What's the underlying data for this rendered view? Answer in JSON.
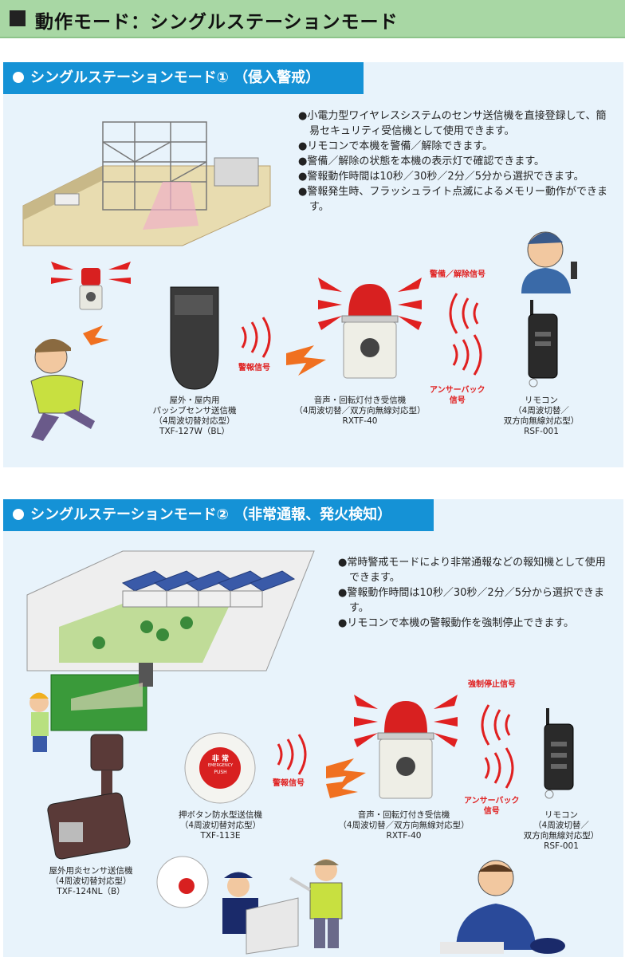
{
  "header": {
    "title": "動作モード：シングルステーションモード"
  },
  "section1": {
    "tab": "シングルステーションモード① （侵入警戒）",
    "bullets": [
      "小電力型ワイヤレスシステムのセンサ送信機を直接登録して、簡易セキュリティ受信機として使用できます。",
      "リモコンで本機を警備／解除できます。",
      "警備／解除の状態を本機の表示灯で確認できます。",
      "警報動作時間は10秒／30秒／2分／5分から選択できます。",
      "警報発生時、フラッシュライト点滅によるメモリー動作ができます。"
    ],
    "signals": {
      "guard": "警備／解除信号",
      "alarm": "警報信号",
      "answer": "アンサーバック\n信号"
    },
    "devices": [
      {
        "name": "屋外・屋内用\nパッシブセンサ送信機\n（4周波切替対応型）\nTXF-127W（BL）"
      },
      {
        "name": "音声・回転灯付き受信機\n（4周波切替／双方向無線対応型）\nRXTF-40"
      },
      {
        "name": "リモコン\n（4周波切替／\n双方向無線対応型）\nRSF-001"
      }
    ]
  },
  "section2": {
    "tab": "シングルステーションモード② （非常通報、発火検知）",
    "bullets": [
      "常時警戒モードにより非常通報などの報知機として使用できます。",
      "警報動作時間は10秒／30秒／2分／5分から選択できます。",
      "リモコンで本機の警報動作を強制停止できます。"
    ],
    "signals": {
      "stop": "強制停止信号",
      "alarm": "警報信号",
      "answer": "アンサーバック\n信号"
    },
    "button_text": {
      "top": "非 常",
      "mid": "EMERGENCY",
      "bottom": "PUSH"
    },
    "devices": [
      {
        "name": "押ボタン防水型送信機\n（4周波切替対応型）\nTXF-113E"
      },
      {
        "name": "音声・回転灯付き受信機\n（4周波切替／双方向無線対応型）\nRXTF-40"
      },
      {
        "name": "リモコン\n（4周波切替／\n双方向無線対応型）\nRSF-001"
      },
      {
        "name": "屋外用炎センサ送信機\n（4周波切替対応型）\nTXF-124NL（B）"
      }
    ]
  },
  "colors": {
    "accent": "#1592d6",
    "header": "#a8d7a4",
    "signal": "#e02020",
    "panel": "#e8f3fb"
  }
}
